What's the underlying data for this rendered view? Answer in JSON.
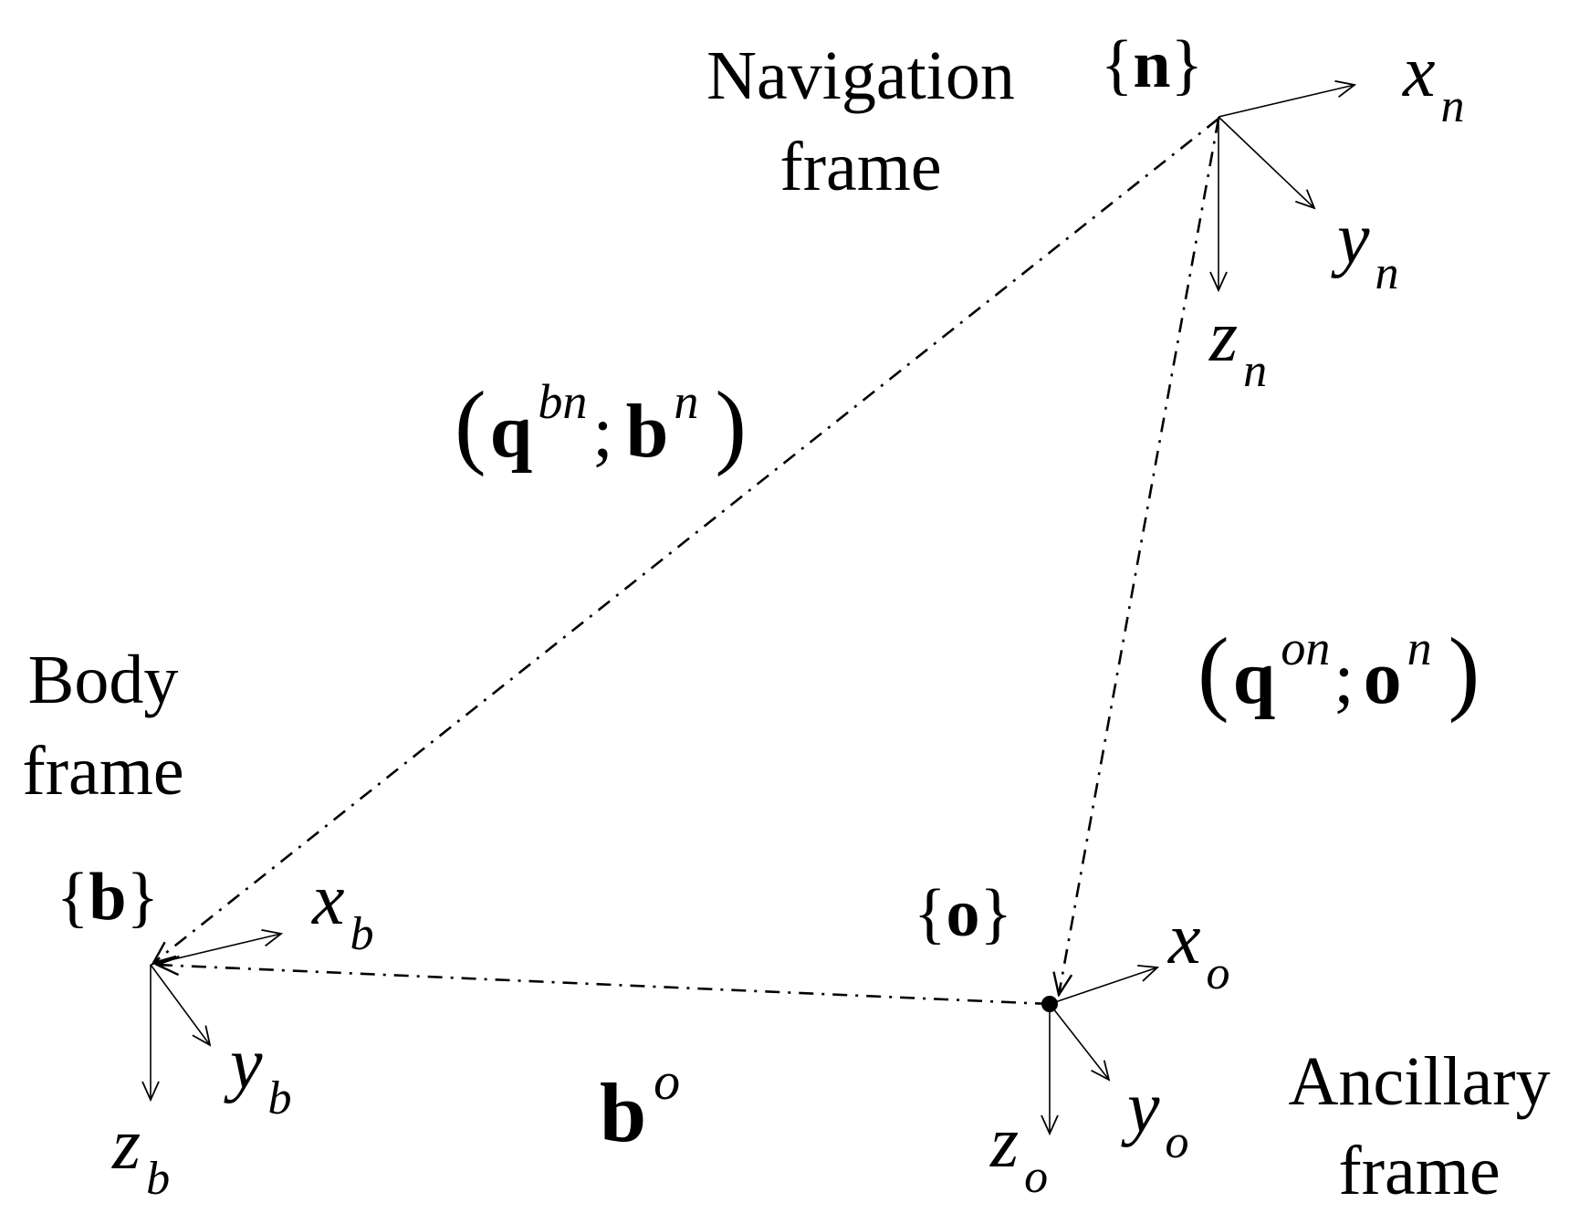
{
  "frames": {
    "navigation": {
      "label_line1": "Navigation",
      "label_line2": "frame",
      "symbol": "n",
      "axes": {
        "x": "x",
        "x_sub": "n",
        "y": "y",
        "y_sub": "n",
        "z": "z",
        "z_sub": "n"
      }
    },
    "body": {
      "label_line1": "Body",
      "label_line2": "frame",
      "symbol": "b",
      "axes": {
        "x": "x",
        "x_sub": "b",
        "y": "y",
        "y_sub": "b",
        "z": "z",
        "z_sub": "b"
      }
    },
    "ancillary": {
      "label_line1": "Ancillary",
      "label_line2": "frame",
      "symbol": "o",
      "axes": {
        "x": "x",
        "x_sub": "o",
        "y": "y",
        "y_sub": "o",
        "z": "z",
        "z_sub": "o"
      }
    }
  },
  "relations": {
    "nav_body": {
      "q": "q",
      "q_sup": "bn",
      "v": "b",
      "v_sup": "n"
    },
    "nav_anc": {
      "q": "q",
      "q_sup": "on",
      "v": "o",
      "v_sup": "n"
    },
    "anc_body": {
      "v": "b",
      "v_sup": "o"
    }
  },
  "glyphs": {
    "brace_open": "{",
    "brace_close": "}",
    "paren_open": "(",
    "paren_close": ")",
    "separator": ";"
  }
}
